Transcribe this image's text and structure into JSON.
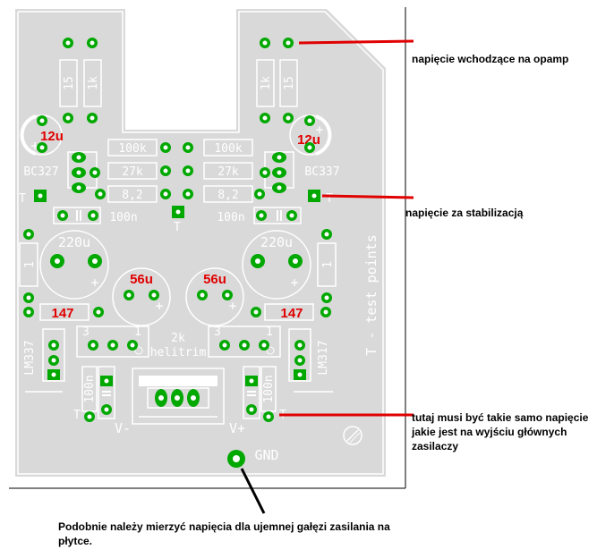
{
  "colors": {
    "board": "#d9d9d9",
    "silk": "#ffffff",
    "pad": "#00a800",
    "pad_dark": "#007a00",
    "hole": "#ffffff",
    "arrow_red": "#e00000",
    "arrow_black": "#000000"
  },
  "annotations": {
    "opamp": "napięcie wchodzące na opamp",
    "stabilization": "napięcie za stabilizacją",
    "must_equal_1": "tutaj musi być takie samo napięcie",
    "must_equal_2": "jakie jest na wyjściu głównych",
    "must_equal_3": "zasilaczy",
    "negative_1": "Podobnie należy mierzyć napięcia dla ujemnej gałęzi zasilania na",
    "negative_2": "płytce."
  },
  "silkscreen": {
    "r15_left": "15",
    "r1k_left": "1k",
    "r1k_right": "1k",
    "r15_right": "15",
    "cap12u_left": "12u",
    "cap12u_right": "12u",
    "bc327": "BC327",
    "bc337": "BC337",
    "r100k_left": "100k",
    "r27k_left": "27k",
    "r82_left": "8,2",
    "r100k_right": "100k",
    "r27k_right": "27k",
    "r82_right": "8,2",
    "t_left": "T",
    "t_right": "T",
    "t_center": "T",
    "t_bot_left": "T",
    "t_bot_right": "T",
    "c100n_left": "100n",
    "c100n_right": "100n",
    "cap220u_left": "220u",
    "cap220u_right": "220u",
    "r1_left": "1",
    "r1_right": "1",
    "cap56u_left": "56u",
    "cap56u_right": "56u",
    "r147_left": "147",
    "r147_right": "147",
    "lm337": "LM337",
    "lm317": "LM317",
    "trim_value": "2k",
    "trim_label": "helitrim",
    "trim_pin3_left": "3",
    "trim_pin1_left": "1",
    "trim_pin3_right": "3",
    "trim_pin1_right": "1",
    "c100n_bot_left": "100n",
    "c100n_bot_right": "100n",
    "vminus": "V-",
    "vplus": "V+",
    "gnd": "GND",
    "test_points": "T - test points",
    "plus": "+"
  }
}
